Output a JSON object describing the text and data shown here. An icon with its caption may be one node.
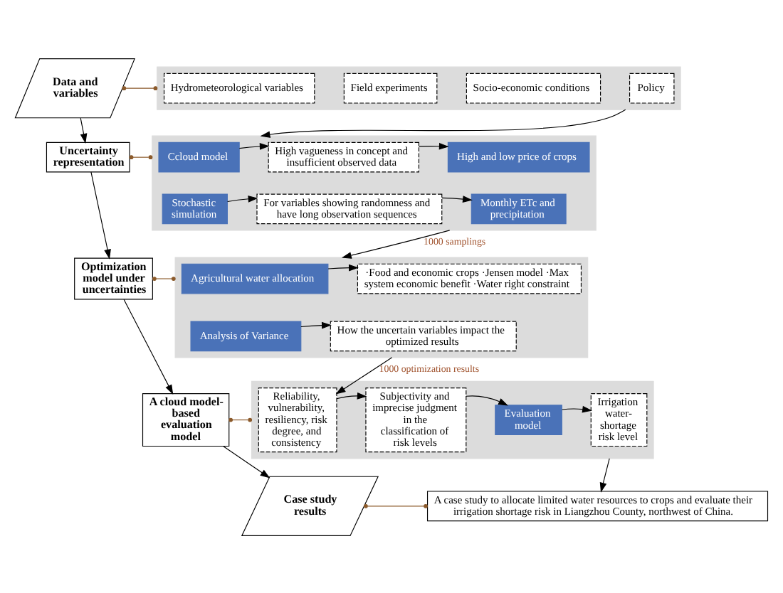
{
  "diagram": {
    "nodes": [
      {
        "text": [
          "Data and variables"
        ]
      },
      {
        "text": [
          "Uncertainty representation"
        ]
      },
      {
        "text": [
          "Optimization model under uncertainties"
        ]
      },
      {
        "text": [
          "A cloud model-based evaluation model"
        ]
      },
      {
        "text": [
          "Case study results"
        ]
      },
      {
        "text": [],
        "shape": "band"
      },
      {
        "text": [
          "Hydrometeorological variables"
        ],
        "in": 5
      },
      {
        "text": [
          "Field experiments"
        ],
        "in": 5
      },
      {
        "text": [
          "Socio-economic conditions"
        ],
        "in": 5
      },
      {
        "text": [
          "Policy"
        ],
        "in": 5
      },
      {
        "text": [],
        "shape": "band"
      },
      {
        "text": [
          "Ccloud model"
        ],
        "in": 10
      },
      {
        "text": [
          "High vagueness in concept and insufficient observed data"
        ],
        "in": 10
      },
      {
        "text": [
          "High and low price of crops"
        ],
        "in": 10
      },
      {
        "text": [
          "Stochastic simulation"
        ],
        "in": 10
      },
      {
        "text": [
          "For variables showing randomness and have long observation sequences"
        ],
        "in": 10
      },
      {
        "text": [
          "Monthly ETc and precipitation"
        ],
        "in": 10
      },
      {
        "text": [],
        "shape": "band"
      },
      {
        "text": [
          "Agricultural water allocation"
        ],
        "in": 17
      },
      {
        "text": [
          "·Food and economic crops ·Jensen model ·Max system economic benefit ·Water right constraint"
        ],
        "in": 17
      },
      {
        "text": [
          "Analysis of Variance"
        ],
        "in": 17
      },
      {
        "text": [
          "How the uncertain variables impact the optimized results"
        ],
        "in": 17
      },
      {
        "text": [],
        "shape": "band"
      },
      {
        "text": [
          "Reliability, vulnerability, resiliency, risk degree, and consistency"
        ],
        "in": 22
      },
      {
        "text": [
          "Subjectivity and imprecise judgment in the classification of risk levels"
        ],
        "in": 22
      },
      {
        "text": [
          "Evaluation model"
        ],
        "in": 22
      },
      {
        "text": [
          "Irrigation water-shortage risk level"
        ],
        "in": 22
      },
      {
        "text": [
          "A case study to allocate limited water resources to crops and evaluate their irrigation shortage risk in Liangzhou County, northwest of China."
        ]
      }
    ],
    "edges": [
      {
        "from": 0,
        "to": 1,
        "arrow": "to"
      },
      {
        "from": 1,
        "to": 2,
        "arrow": "to"
      },
      {
        "from": 2,
        "to": 3,
        "arrow": "to"
      },
      {
        "from": 3,
        "to": 4,
        "arrow": "to"
      },
      {
        "from": 0,
        "to": 5,
        "arrow": "other",
        "color": "#8b5a2b"
      },
      {
        "from": 1,
        "to": 10,
        "arrow": "other",
        "color": "#8b5a2b"
      },
      {
        "from": 2,
        "to": 17,
        "arrow": "other",
        "color": "#8b5a2b"
      },
      {
        "from": 3,
        "to": 22,
        "arrow": "other",
        "color": "#8b5a2b"
      },
      {
        "from": 4,
        "to": 27,
        "arrow": "other",
        "color": "#8b5a2b"
      },
      {
        "from": 5,
        "to": 10,
        "arrow": "to"
      },
      {
        "from": 11,
        "to": 12,
        "arrow": "to"
      },
      {
        "from": 12,
        "to": 13,
        "arrow": "to"
      },
      {
        "from": 14,
        "to": 15,
        "arrow": "to"
      },
      {
        "from": 15,
        "to": 16,
        "arrow": "to"
      },
      {
        "from": 10,
        "to": 17,
        "arrow": "to",
        "label": "1000 samplings"
      },
      {
        "from": 18,
        "to": 19,
        "arrow": "to"
      },
      {
        "from": 20,
        "to": 21,
        "arrow": "to"
      },
      {
        "from": 17,
        "to": 23,
        "arrow": "to",
        "label": "1000 optimization results"
      },
      {
        "from": 23,
        "to": 24,
        "arrow": "to"
      },
      {
        "from": 24,
        "to": 25,
        "arrow": "to"
      },
      {
        "from": 25,
        "to": 26,
        "arrow": "to"
      },
      {
        "from": 22,
        "to": 27,
        "arrow": "to"
      }
    ]
  }
}
